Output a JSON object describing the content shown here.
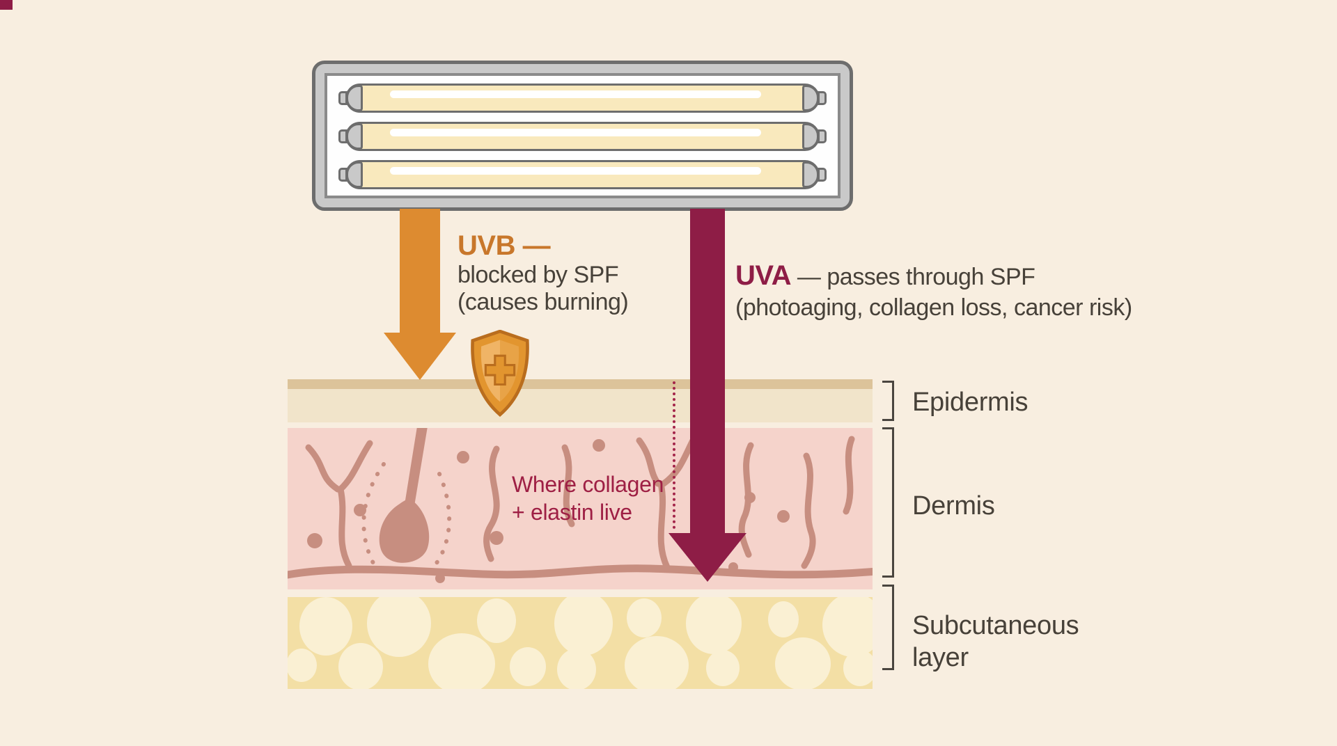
{
  "annotations": {
    "uvb": {
      "label_line": "UVB —",
      "line1": "blocked by SPF",
      "line2": "(causes burning)"
    },
    "uva": {
      "label": "UVA",
      "rest": " — passes through SPF",
      "detail": "(photoaging, collagen loss, cancer risk)"
    },
    "dermis_note_line1": "Where collagen",
    "dermis_note_line2": "+ elastin live"
  },
  "layer_labels": {
    "epidermis": "Epidermis",
    "dermis": "Dermis",
    "subcutaneous": "Subcutaneous layer"
  },
  "lamp": {
    "tube_count": 3
  },
  "colors": {
    "bg": "#f8eee0",
    "text_dark": "#474139",
    "uvb_orange": "#dd8b30",
    "uvb_text": "#c8772b",
    "uva_maroon": "#8e1d46",
    "dotted_line": "#a32449",
    "note_maroon": "#9e1f44",
    "lamp_frame": "#c9c9c9",
    "lamp_border": "#6d6d6d",
    "tube_fill": "#f9e9bd",
    "epidermis_strip": "#dcc39a",
    "epidermis_band": "#f1e4ca",
    "dermis_bg": "#f5d3cb",
    "dermis_lines": "#c78e80",
    "subcut_bg": "#f3dfa5",
    "subcut_blobs": "#faf0d3",
    "bracket_color": "#4a453f",
    "shield_dark": "#b96d1e",
    "shield_mid": "#e2952f",
    "shield_inner": "#e8a347",
    "shield_inner_light": "#f0b466"
  }
}
